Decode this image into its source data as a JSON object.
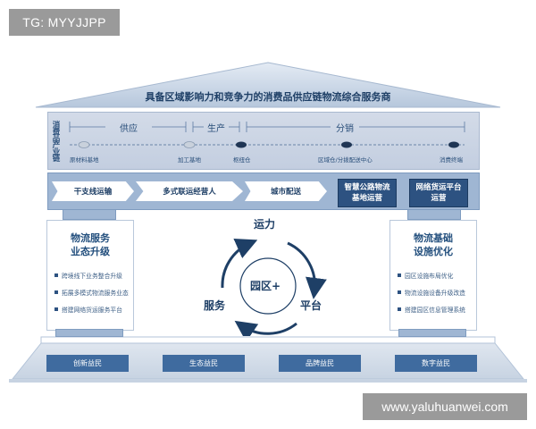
{
  "watermarks": {
    "top": "TG: MYYJJPP",
    "bottom": "www.yaluhuanwei.com"
  },
  "roof": {
    "title": "具备区域影响力和竞争力的消费品供应链物流综合服务商"
  },
  "supply_chain": {
    "side_label": "消费品产业链",
    "segments": [
      "供应",
      "生产",
      "分销"
    ],
    "nodes": [
      "原材料基地",
      "加工基地",
      "枢纽仓",
      "区域仓/分拨配送中心",
      "消费终端"
    ]
  },
  "process": {
    "chevrons": [
      "干支线运输",
      "多式联运经营人",
      "城市配送"
    ],
    "boxes": [
      "智慧公路物流基地运营",
      "网络货运平台运营"
    ]
  },
  "left_pillar": {
    "title_line1": "物流服务",
    "title_line2": "业态升级",
    "items": [
      "跨境线下业务整合升级",
      "拓展多模式物流服务业态",
      "搭建网络货运服务平台"
    ]
  },
  "right_pillar": {
    "title_line1": "物流基础",
    "title_line2": "设施优化",
    "items": [
      "园区设施布局优化",
      "物流设施设备升级改造",
      "搭建园区信息管理系统"
    ]
  },
  "cycle": {
    "top": "运力",
    "left": "服务",
    "right": "平台",
    "center": "园区+"
  },
  "base": {
    "buttons": [
      "创新益民",
      "生态益民",
      "品牌益民",
      "数字益民"
    ]
  },
  "colors": {
    "dark_blue": "#2d5281",
    "band": "#9fb6d3",
    "light_band": "#d3dbe8",
    "base_button": "#3f6b9f"
  }
}
